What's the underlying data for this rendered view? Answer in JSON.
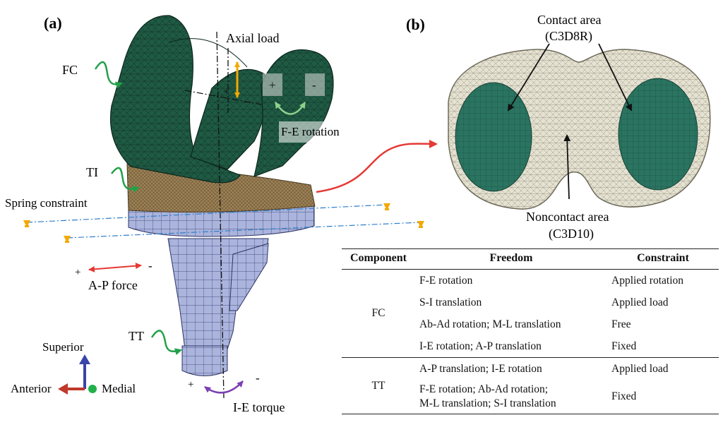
{
  "figure": {
    "panel_a": {
      "label": "(a)",
      "axial_load": "Axial load",
      "fc": "FC",
      "ti": "TI",
      "tt": "TT",
      "spring_constraint": "Spring constraint",
      "fe_rotation": "F-E rotation",
      "ap_force": "A-P force",
      "ie_torque": "I-E torque",
      "plus": "+",
      "minus": "-",
      "superior": "Superior",
      "anterior": "Anterior",
      "medial": "Medial"
    },
    "panel_b": {
      "label": "(b)",
      "contact_area": "Contact area",
      "contact_element": "(C3D8R)",
      "noncontact_area": "Noncontact area",
      "noncontact_element": "(C3D10)"
    },
    "colors": {
      "femoral": "#1f5a44",
      "insert_band": "#9b8055",
      "tibial": "#aab4dc",
      "insert_surface": "#e6e2d2",
      "contact_patch": "#2a7461",
      "red_arrow": "#e53935",
      "green_arrow": "#22a04a",
      "purple_arrow": "#7b3fb3",
      "orange": "#f2a900",
      "blue_axis": "#3b44a8"
    }
  },
  "table": {
    "headers": {
      "component": "Component",
      "freedom": "Freedom",
      "constraint": "Constraint"
    },
    "groups": [
      {
        "component": "FC",
        "rows": [
          {
            "freedom": "F-E rotation",
            "constraint": "Applied rotation"
          },
          {
            "freedom": "S-I translation",
            "constraint": "Applied load"
          },
          {
            "freedom": "Ab-Ad rotation; M-L translation",
            "constraint": "Free"
          },
          {
            "freedom": "I-E rotation; A-P translation",
            "constraint": "Fixed"
          }
        ]
      },
      {
        "component": "TT",
        "rows": [
          {
            "freedom": "A-P translation; I-E rotation",
            "constraint": "Applied load"
          },
          {
            "freedom_line1": "F-E rotation; Ab-Ad rotation;",
            "freedom_line2": "M-L translation; S-I translation",
            "constraint": "Fixed"
          }
        ]
      }
    ]
  }
}
